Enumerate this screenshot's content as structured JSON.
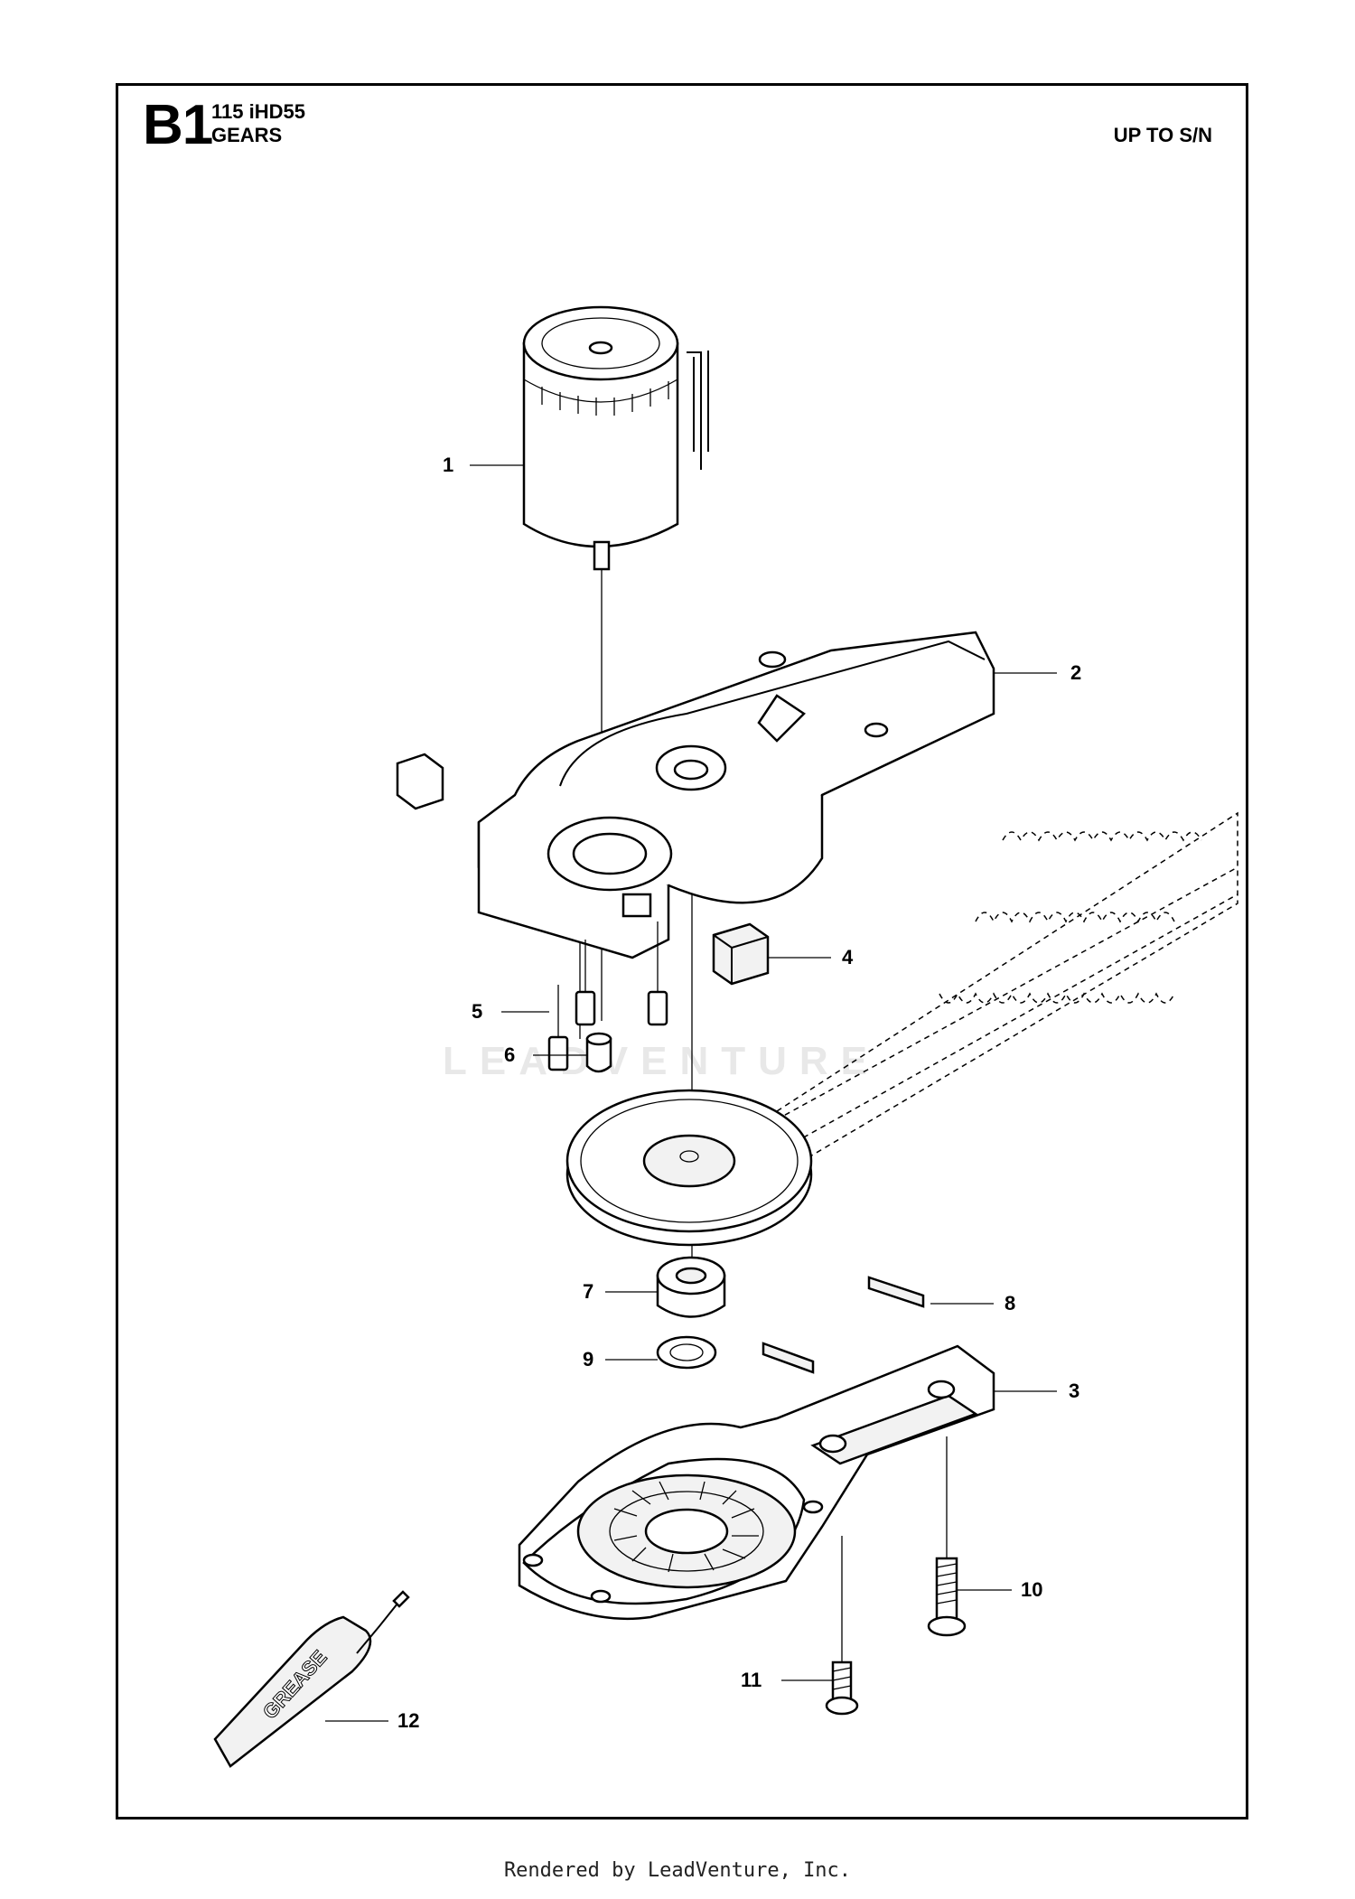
{
  "header": {
    "sheet_code": "B1",
    "model": "115 iHD55",
    "title": "GEARS",
    "serial_note": "UP TO S/N"
  },
  "callouts": [
    "1",
    "2",
    "3",
    "4",
    "5",
    "6",
    "7",
    "8",
    "9",
    "10",
    "11",
    "12"
  ],
  "grease_label": "GREASE",
  "watermark": "LEADVENTURE",
  "footer": "Rendered by LeadVenture, Inc."
}
